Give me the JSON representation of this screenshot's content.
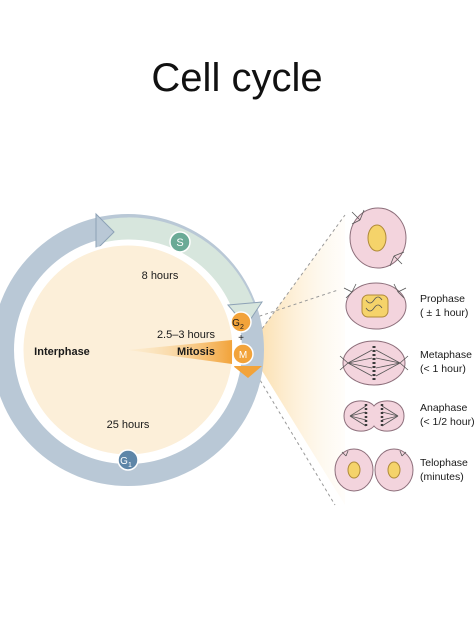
{
  "title": "Cell cycle",
  "cycle": {
    "interphase_label": "Interphase",
    "mitosis_label": "Mitosis",
    "durations": {
      "s_phase": "8 hours",
      "g2_phase": "2.5–3 hours",
      "g1_phase": "25 hours"
    },
    "phase_markers": {
      "s": "S",
      "g2_main": "G",
      "g2_sub": "2",
      "plus": "+",
      "m": "M",
      "g1_main": "G",
      "g1_sub": "1"
    }
  },
  "mitosis_stages": [
    {
      "name": "Prophase",
      "duration": "( ± 1 hour)"
    },
    {
      "name": "Metaphase",
      "duration": "(< 1 hour)"
    },
    {
      "name": "Anaphase",
      "duration": "(< 1/2 hour)"
    },
    {
      "name": "Telophase",
      "duration": "(minutes)"
    }
  ],
  "colors": {
    "ring_outer": "#b9c8d6",
    "ring_s": "#d7e6dd",
    "inner_fill": "#fcefd9",
    "s_marker": "#6aaa96",
    "g1_marker": "#5e86a8",
    "m_marker": "#f2a33a",
    "cell_fill": "#f3d4dd",
    "nucleus": "#f5d36a"
  }
}
